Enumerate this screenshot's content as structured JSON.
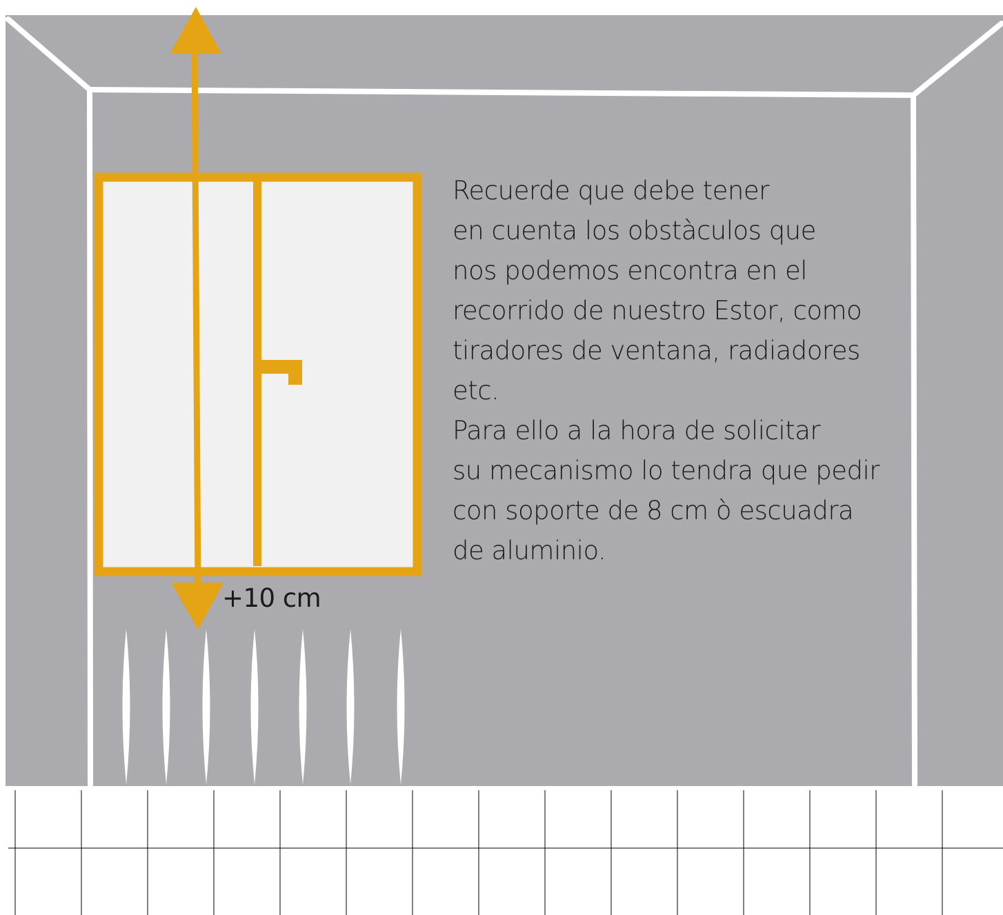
{
  "note": {
    "lines": [
      "Recuerde que debe tener",
      "en cuenta los obstàculos que",
      "nos podemos encontra en el",
      "recorrido de nuestro Estor, como",
      "tiradores de ventana, radiadores",
      "etc.",
      "Para ello a la hora de solicitar",
      "su mecanismo lo tendra que pedir",
      "con soporte de 8 cm ò escuadra",
      "de aluminio."
    ]
  },
  "measurement": {
    "label": "+10 cm"
  },
  "colors": {
    "wall": "#abaaae",
    "accent": "#e5a414",
    "window_glass": "#f1f1f1",
    "lines": "#ffffff",
    "floor_grid": "#000000"
  },
  "radiator": {
    "fins": 7
  }
}
